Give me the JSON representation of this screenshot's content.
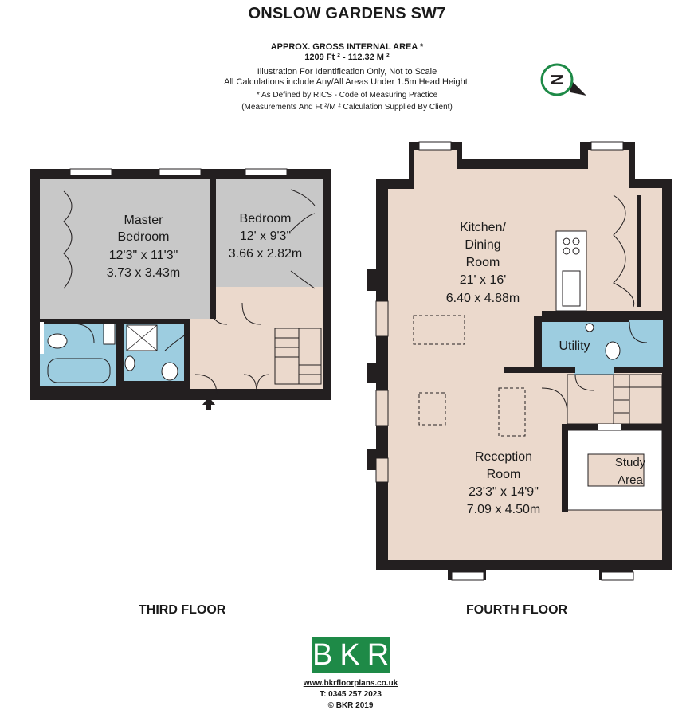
{
  "header": {
    "title": "ONSLOW GARDENS SW7",
    "area_heading": "APPROX. GROSS INTERNAL AREA *",
    "area_value": "1209 Ft ² - 112.32 M ²",
    "note1": "Illustration For Identification Only, Not to Scale",
    "note2": "All Calculations include Any/All Areas Under 1.5m Head Height.",
    "note3": "* As Defined by RICS - Code of Measuring Practice",
    "note4": "(Measurements And Ft ²/M ² Calculation Supplied By Client)"
  },
  "compass": {
    "icon": "north-compass-icon",
    "letter": "N"
  },
  "third_floor": {
    "label": "THIRD FLOOR",
    "master_bedroom": {
      "name1": "Master",
      "name2": "Bedroom",
      "imperial": "12'3\" x 11'3\"",
      "metric": "3.73 x 3.43m"
    },
    "bedroom": {
      "name": "Bedroom",
      "imperial": "12' x 9'3\"",
      "metric": "3.66 x 2.82m"
    }
  },
  "fourth_floor": {
    "label": "FOURTH FLOOR",
    "kitchen": {
      "name1": "Kitchen/",
      "name2": "Dining",
      "name3": "Room",
      "imperial": "21' x 16'",
      "metric": "6.40 x 4.88m"
    },
    "utility": {
      "name": "Utility"
    },
    "reception": {
      "name1": "Reception",
      "name2": "Room",
      "imperial": "23'3\" x 14'9\"",
      "metric": "7.09 x 4.50m"
    },
    "study": {
      "name1": "Study",
      "name2": "Area"
    }
  },
  "colors": {
    "wall": "#231f20",
    "room_grey": "#c8c8c8",
    "room_beige": "#ebd9cc",
    "bathroom_blue": "#9dcde0",
    "logo_green": "#1e8a47"
  },
  "footer": {
    "logo": "BKR",
    "url": "www.bkrfloorplans.co.uk",
    "phone": "T: 0345 257 2023",
    "copyright": "© BKR 2019"
  }
}
